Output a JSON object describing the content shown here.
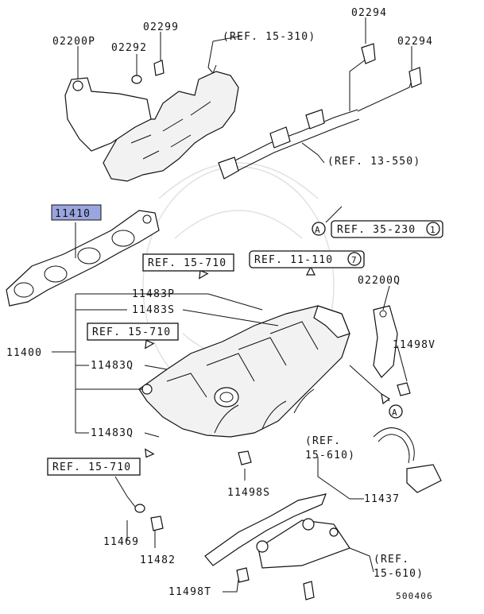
{
  "diagram_code": "500406",
  "highlight_color": "#9aa6e0",
  "parts": {
    "p02200P": "02200P",
    "p02299": "02299",
    "p02292": "02292",
    "p02294a": "02294",
    "p02294b": "02294",
    "p11410": "11410",
    "p11400": "11400",
    "p11483P": "11483P",
    "p11483S": "11483S",
    "p11483Q_a": "11483Q",
    "p11483Q_b": "11483Q",
    "p02200Q": "02200Q",
    "p11498V": "11498V",
    "p11498S": "11498S",
    "p11437": "11437",
    "p11469": "11469",
    "p11482": "11482",
    "p11498T": "11498T"
  },
  "refs": {
    "r15_310": "(REF. 15-310)",
    "r13_550": "(REF. 13-550)",
    "r35_230_marker": "A",
    "r35_230": "REF. 35-230",
    "r35_230_circle": "1",
    "r15_710_a": "REF. 15-710",
    "r11_110": "REF. 11-110",
    "r11_110_circle": "7",
    "r15_710_b": "REF. 15-710",
    "r15_710_c": "REF. 15-710",
    "r15_610_a_line1": "(REF.",
    "r15_610_a_line2": "15-610)",
    "r15_610_b_line1": "(REF.",
    "r15_610_b_line2": "15-610)",
    "marker_a": "A"
  }
}
